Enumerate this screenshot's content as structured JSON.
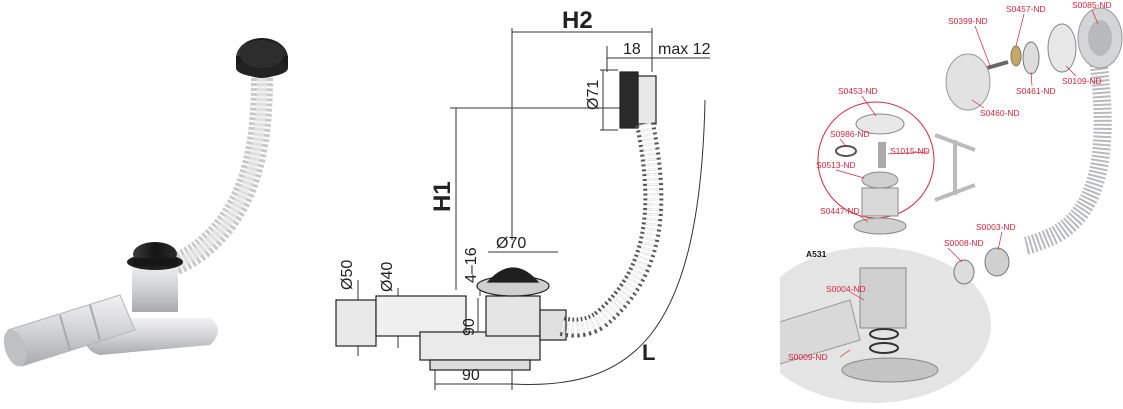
{
  "dimensions": {
    "h2": "H2",
    "h1": "H1",
    "d18": "18",
    "max12": "max 12",
    "d71": "Ø71",
    "d70": "Ø70",
    "d50": "Ø50",
    "d40": "Ø40",
    "r416": "4–16",
    "v90": "90",
    "h90": "90",
    "l": "L"
  },
  "parts": {
    "s0085": "S0085-ND",
    "s0457": "S0457-ND",
    "s0399": "S0399-ND",
    "s0461": "S0461-ND",
    "s0109": "S0109-ND",
    "s0460": "S0460-ND",
    "s0453": "S0453-ND",
    "s0986": "S0986-ND",
    "s1015": "S1015-ND",
    "s0513": "S0513-ND",
    "s0447": "S0447-ND",
    "s0003": "S0003-ND",
    "s0008": "S0008-ND",
    "a531": "A531",
    "s0004": "S0004-ND",
    "s0009": "S0009-ND"
  },
  "colors": {
    "part_label": "#d8263c",
    "stopper": "#1c1c1c",
    "plastic": "#d6d7d9",
    "ellipse_bg": "#e4e4e4"
  }
}
